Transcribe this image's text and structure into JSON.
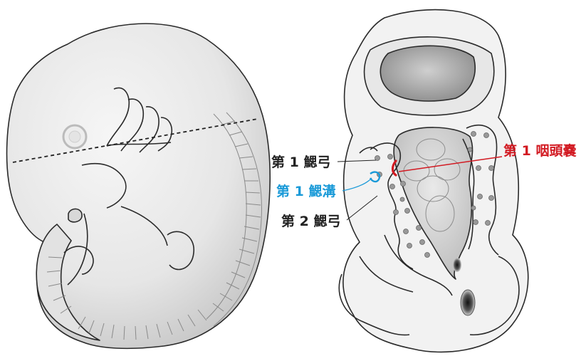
{
  "labels": {
    "arch1": "第 1 鰓弓",
    "groove1": "第 1 鰓溝",
    "arch2": "第 2 鰓弓",
    "pouch1": "第 1 咽頭嚢"
  },
  "colors": {
    "label_black": "#222222",
    "groove_blue": "#1a9ad8",
    "pouch_red": "#d21a22",
    "outline": "#2a2a2a",
    "skin_light": "#f4f4f4",
    "skin_mid": "#dcdcdc",
    "skin_dark": "#b0b0b0"
  }
}
